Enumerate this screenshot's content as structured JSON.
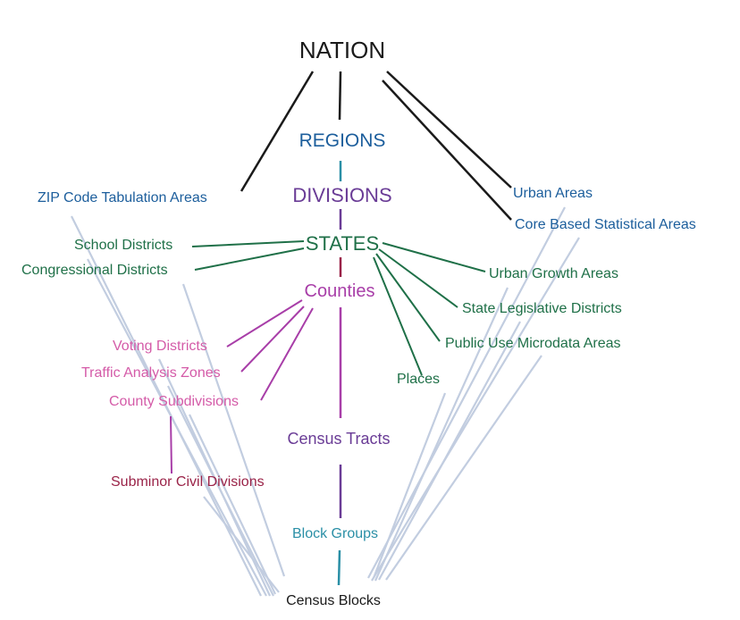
{
  "colors": {
    "black": "#1a1a1a",
    "blue": "#1c5e9c",
    "teal": "#2a8fa6",
    "purple": "#6a3c96",
    "green": "#1f7048",
    "magenta": "#a83ea8",
    "pink": "#d45ba8",
    "maroon": "#9a2348",
    "lightblue": "#c2cde0"
  },
  "nodes": {
    "nation": "NATION",
    "regions": "REGIONS",
    "divisions": "DIVISIONS",
    "states": "STATES",
    "counties": "Counties",
    "census_tracts": "Census Tracts",
    "block_groups": "Block Groups",
    "census_blocks": "Census Blocks",
    "zcta": "ZIP Code Tabulation Areas",
    "urban_areas": "Urban Areas",
    "cbsa": "Core Based Statistical Areas",
    "school_districts": "School Districts",
    "congressional_districts": "Congressional Districts",
    "urban_growth_areas": "Urban Growth Areas",
    "state_legislative_districts": "State Legislative Districts",
    "puma": "Public Use Microdata Areas",
    "places": "Places",
    "voting_districts": "Voting Districts",
    "traffic_analysis_zones": "Traffic Analysis Zones",
    "county_subdivisions": "County Subdivisions",
    "subminor_civil_divisions": "Subminor Civil Divisions"
  }
}
